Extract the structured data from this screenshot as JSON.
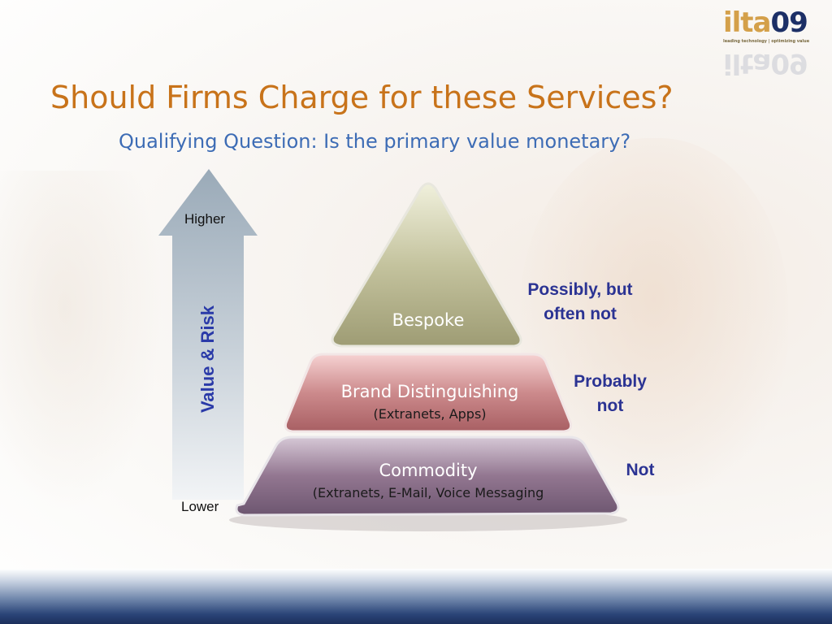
{
  "logo": {
    "text_a": "ilta",
    "text_b": "09",
    "tagline": "leading technology | optimizing value"
  },
  "slide": {
    "title": "Should Firms Charge for these Services?",
    "subtitle": "Qualifying Question:  Is the primary value monetary?"
  },
  "axis": {
    "label": "Value & Risk",
    "top": "Higher",
    "bottom": "Lower"
  },
  "pyramid": {
    "tiers": [
      {
        "name": "Bespoke",
        "detail": "",
        "answer": "Possibly, but often not",
        "color": "#b5b48e"
      },
      {
        "name": "Brand Distinguishing",
        "detail": "(Extranets, Apps)",
        "answer": "Probably not",
        "color": "#c57e80"
      },
      {
        "name": "Commodity",
        "detail": "(Extranets, E-Mail, Voice Messaging",
        "answer": "Not",
        "color": "#8a6f87"
      }
    ]
  },
  "colors": {
    "title": "#c8731a",
    "subtitle": "#3d6cb5",
    "answer": "#2b3393",
    "axis_label": "#2a3aa8"
  }
}
